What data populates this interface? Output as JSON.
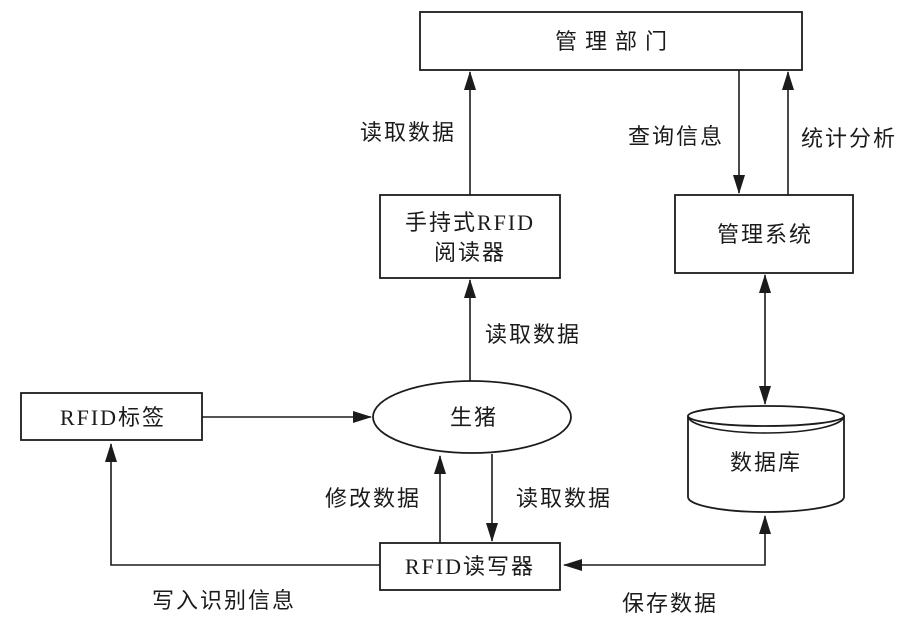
{
  "colors": {
    "background": "#ffffff",
    "line": "#1b1b1b",
    "text": "#1b1b1b"
  },
  "nodes": {
    "management_dept": "管理部门",
    "handheld_reader": {
      "line1": "手持式RFID",
      "line2": "阅读器"
    },
    "management_system": "管理系统",
    "rfid_tag": "RFID标签",
    "rfid_reader_writer": "RFID读写器",
    "pig": "生猪",
    "database": "数据库"
  },
  "edges": {
    "handheld_to_dept": "读取数据",
    "dept_to_system": "查询信息",
    "system_to_dept": "统计分析",
    "pig_to_handheld": "读取数据",
    "reader_to_pig": "修改数据",
    "pig_to_reader": "读取数据",
    "reader_to_tag": "写入识别信息",
    "reader_to_database": "保存数据"
  }
}
